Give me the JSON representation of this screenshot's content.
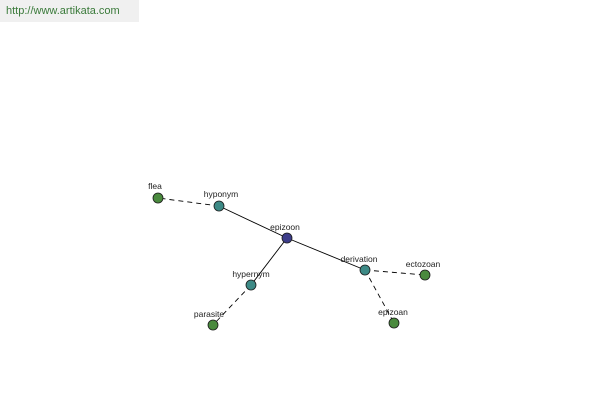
{
  "banner": {
    "url_text": "http://www.artikata.com"
  },
  "graph": {
    "colors": {
      "center": "#3d3d8a",
      "relation": "#3d8a86",
      "word": "#4a8a3e"
    },
    "nodes": [
      {
        "id": "epizoon",
        "label": "epizoon",
        "kind": "center"
      },
      {
        "id": "hyponym",
        "label": "hyponym",
        "kind": "relation"
      },
      {
        "id": "hypernym",
        "label": "hypernym",
        "kind": "relation"
      },
      {
        "id": "derivation",
        "label": "derivation",
        "kind": "relation"
      },
      {
        "id": "flea",
        "label": "flea",
        "kind": "word"
      },
      {
        "id": "parasite",
        "label": "parasite",
        "kind": "word"
      },
      {
        "id": "ectozoan",
        "label": "ectozoan",
        "kind": "word"
      },
      {
        "id": "epizoan",
        "label": "epizoan",
        "kind": "word"
      }
    ],
    "edges": [
      {
        "from": "epizoon",
        "to": "hyponym",
        "style": "solid"
      },
      {
        "from": "epizoon",
        "to": "hypernym",
        "style": "solid"
      },
      {
        "from": "epizoon",
        "to": "derivation",
        "style": "solid"
      },
      {
        "from": "hyponym",
        "to": "flea",
        "style": "dashed"
      },
      {
        "from": "hypernym",
        "to": "parasite",
        "style": "dashed"
      },
      {
        "from": "derivation",
        "to": "ectozoan",
        "style": "dashed"
      },
      {
        "from": "derivation",
        "to": "epizoan",
        "style": "dashed"
      }
    ]
  }
}
